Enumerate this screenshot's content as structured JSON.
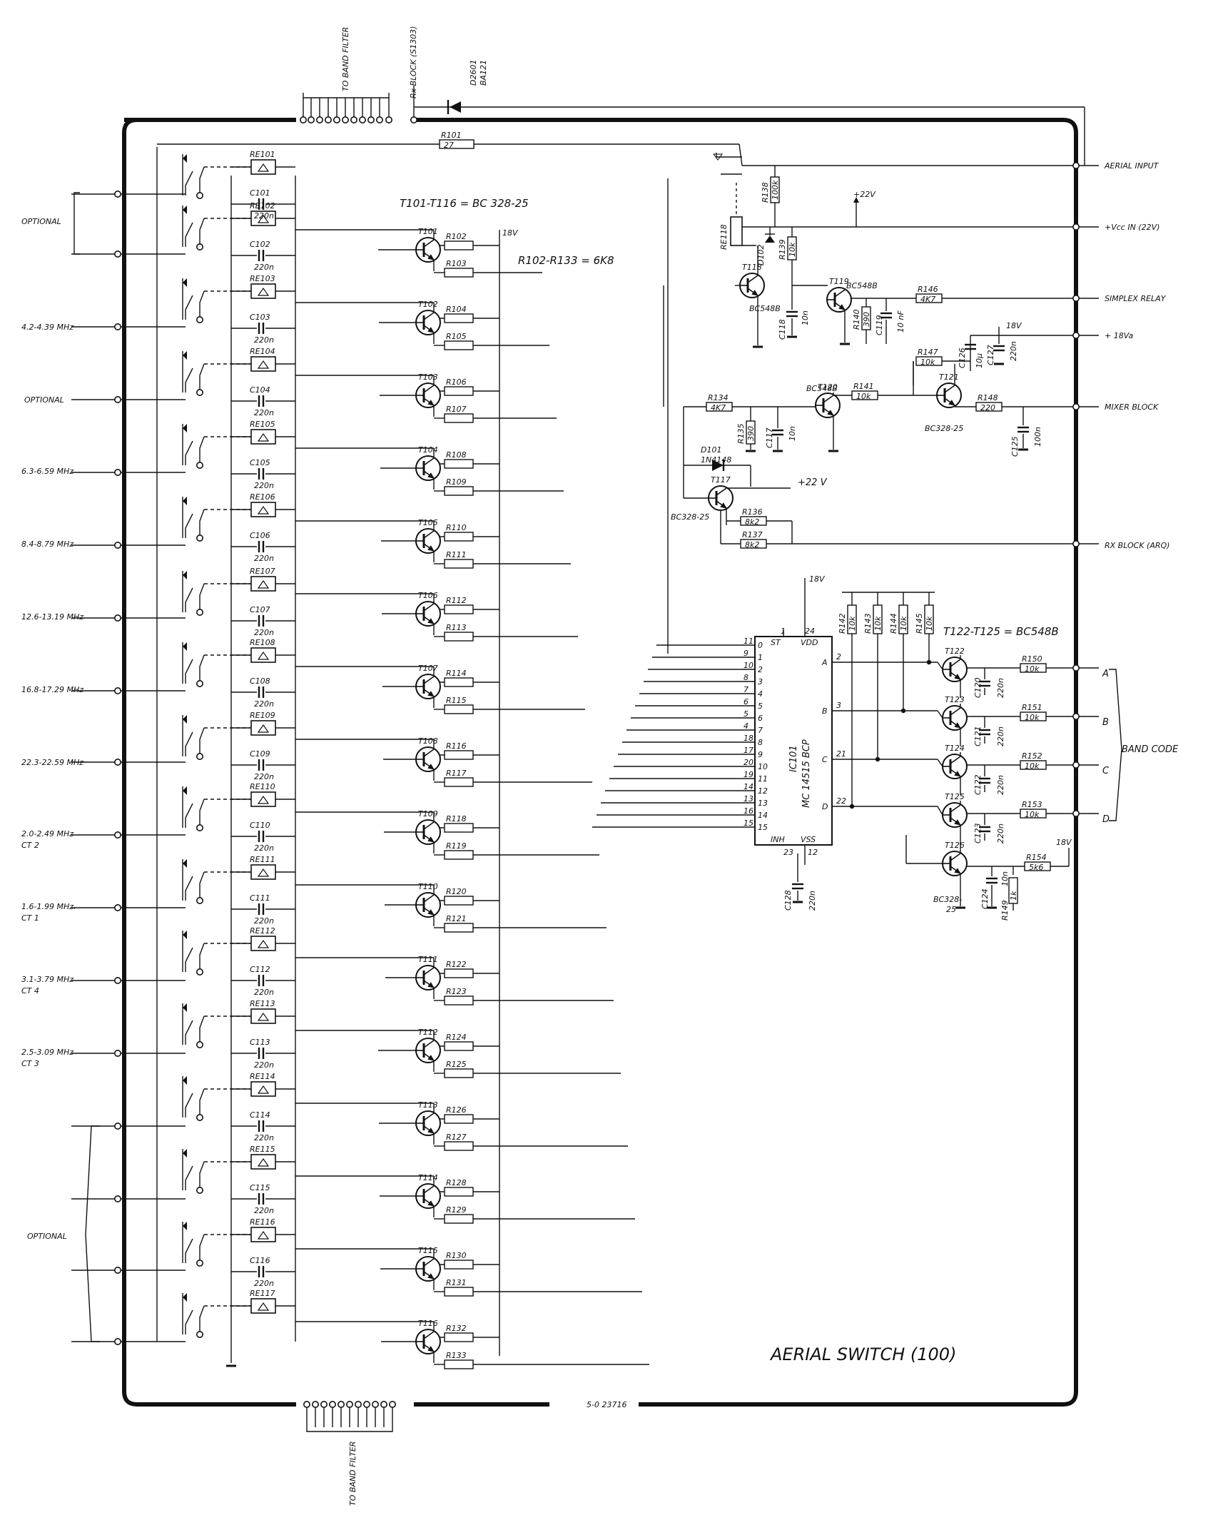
{
  "title": "AERIAL SWITCH (100)",
  "drawing_number": "5-0 23716",
  "top_labels": {
    "band_filter": "TO BAND FILTER",
    "rx_block": "Rx BLOCK (S1303)",
    "diode_d2601": "D2601",
    "diode_d2601_code": "BA121"
  },
  "bottom_label": "TO BAND FILTER",
  "left_inputs": [
    "OPTIONAL",
    "4.2-4.39 MHz",
    "OPTIONAL",
    "6.3-6.59 MHz",
    "8.4-8.79 MHz",
    "12.6-13.19 MHz",
    "16.8-17.29 MHz",
    "22.3-22.59 MHz",
    "2.0-2.49 MHz",
    "CT 2",
    "1.6-1.99 MHz.",
    "CT 1",
    "3.1-3.79 MHz",
    "CT 4",
    "2.5-3.09 MHz",
    "CT 3",
    "OPTIONAL"
  ],
  "right_io": {
    "aerial_input": "AERIAL INPUT",
    "vcc_in": "+Vcc IN (22V)",
    "simplex_relay": "SIMPLEX RELAY",
    "plus_18va": "+ 18Va",
    "mixer_block": "MIXER BLOCK",
    "rx_block_arq": "RX BLOCK (ARQ)",
    "code_a": "A",
    "code_b": "B",
    "code_c": "C",
    "code_d": "D",
    "band_code": "BAND CODE"
  },
  "notes": {
    "transistors": "T101-T116 = BC 328-25",
    "resistors": "R102-R133 = 6K8",
    "t122_t125": "T122-T125 = BC548B",
    "supply_18v": "18V",
    "supply_22v": "+22V",
    "supply_22v_b": "+22 V"
  },
  "relays": [
    "RE101",
    "RE102",
    "RE103",
    "RE104",
    "RE105",
    "RE106",
    "RE107",
    "RE108",
    "RE109",
    "RE110",
    "RE111",
    "RE112",
    "RE113",
    "RE114",
    "RE115",
    "RE116",
    "RE117"
  ],
  "relay_caps": [
    [
      "C101",
      "220n"
    ],
    [
      "C102",
      "220n"
    ],
    [
      "C103",
      "220n"
    ],
    [
      "C104",
      "220n"
    ],
    [
      "C105",
      "220n"
    ],
    [
      "C106",
      "220n"
    ],
    [
      "C107",
      "220n"
    ],
    [
      "C108",
      "220n"
    ],
    [
      "C109",
      "220n"
    ],
    [
      "C110",
      "220n"
    ],
    [
      "C111",
      "220n"
    ],
    [
      "C112",
      "220n"
    ],
    [
      "C113",
      "220n"
    ],
    [
      "C114",
      "220n"
    ],
    [
      "C115",
      "220n"
    ],
    [
      "C116",
      "220n"
    ]
  ],
  "driver_transistors": [
    "T101",
    "T102",
    "T103",
    "T104",
    "T105",
    "T106",
    "T107",
    "T108",
    "T109",
    "T110",
    "T111",
    "T112",
    "T113",
    "T114",
    "T115",
    "T116"
  ],
  "driver_resistors": [
    [
      "R102",
      "R103"
    ],
    [
      "R104",
      "R105"
    ],
    [
      "R106",
      "R107"
    ],
    [
      "R108",
      "R109"
    ],
    [
      "R110",
      "R111"
    ],
    [
      "R112",
      "R113"
    ],
    [
      "R114",
      "R115"
    ],
    [
      "R116",
      "R117"
    ],
    [
      "R118",
      "R119"
    ],
    [
      "R120",
      "R121"
    ],
    [
      "R122",
      "R123"
    ],
    [
      "R124",
      "R125"
    ],
    [
      "R126",
      "R127"
    ],
    [
      "R128",
      "R129"
    ],
    [
      "R130",
      "R131"
    ],
    [
      "R132",
      "R133"
    ]
  ],
  "r101": {
    "name": "R101",
    "value": "27"
  },
  "ic": {
    "name": "IC101",
    "part": "MC 14515 BCP",
    "left_pins": [
      [
        "11",
        "0"
      ],
      [
        "9",
        "1"
      ],
      [
        "10",
        "2"
      ],
      [
        "8",
        "3"
      ],
      [
        "7",
        "4"
      ],
      [
        "6",
        "5"
      ],
      [
        "5",
        "6"
      ],
      [
        "4",
        "7"
      ],
      [
        "18",
        "8"
      ],
      [
        "17",
        "9"
      ],
      [
        "20",
        "10"
      ],
      [
        "19",
        "11"
      ],
      [
        "14",
        "12"
      ],
      [
        "13",
        "13"
      ],
      [
        "16",
        "14"
      ],
      [
        "15",
        "15"
      ]
    ],
    "right_pins": [
      [
        "2",
        "A"
      ],
      [
        "3",
        "B"
      ],
      [
        "21",
        "C"
      ],
      [
        "22",
        "D"
      ]
    ],
    "top_labels": {
      "st": "ST",
      "vdd": "VDD",
      "st_pin": "1",
      "vdd_pin": "24"
    },
    "bottom_labels": {
      "inh": "INH",
      "vss": "VSS",
      "inh_pin": "23",
      "vss_pin": "12"
    },
    "cap": [
      "C128",
      "220n"
    ]
  },
  "pullups": [
    [
      "R142",
      "10k"
    ],
    [
      "R143",
      "10k"
    ],
    [
      "R144",
      "10k"
    ],
    [
      "R145",
      "10k"
    ]
  ],
  "code_stage": {
    "transistors": [
      "T122",
      "T123",
      "T124",
      "T125"
    ],
    "caps": [
      [
        "C120",
        "220n"
      ],
      [
        "C121",
        "220n"
      ],
      [
        "C122",
        "220n"
      ],
      [
        "C123",
        "220n"
      ]
    ],
    "resistors": [
      [
        "R150",
        "10k"
      ],
      [
        "R151",
        "10k"
      ],
      [
        "R152",
        "10k"
      ],
      [
        "R153",
        "10k"
      ]
    ],
    "t126": [
      "T126",
      "BC328-",
      "25"
    ],
    "c124": [
      "C124",
      "10n"
    ],
    "r149": [
      "R149",
      "1k"
    ],
    "r154": [
      "R154",
      "5k6"
    ],
    "supply": "18V"
  },
  "top_right": {
    "re118": "RE118",
    "r138": [
      "R138",
      "100k"
    ],
    "d102": "D102",
    "r139": [
      "R139",
      "10k"
    ],
    "t118": [
      "T118",
      "BC548B"
    ],
    "c118": [
      "C118",
      "10n"
    ],
    "t119": [
      "T119",
      "BC548B"
    ],
    "r140": [
      "R140",
      "390"
    ],
    "c119": [
      "C119",
      "10 nF"
    ],
    "r146": [
      "R146",
      "4K7"
    ],
    "r147": [
      "R147",
      "10k"
    ],
    "c126": "C126",
    "c126_val": "10µ",
    "c127": [
      "C127",
      "220n"
    ],
    "t120": [
      "T120",
      "BC548B"
    ],
    "r141": [
      "R141",
      "10k"
    ],
    "r134": [
      "R134",
      "4K7"
    ],
    "r135": [
      "R135",
      "390"
    ],
    "c117": [
      "C117",
      "10n"
    ],
    "t121": [
      "T121",
      "BC328-25"
    ],
    "r148": [
      "R148",
      "220"
    ],
    "c125": [
      "C125",
      "100n"
    ],
    "d101": [
      "D101",
      "1N4148"
    ],
    "t117": [
      "T117",
      "BC328-25"
    ],
    "r136": [
      "R136",
      "8k2"
    ],
    "r137": [
      "R137",
      "8k2"
    ],
    "supply_18v": "18V"
  }
}
